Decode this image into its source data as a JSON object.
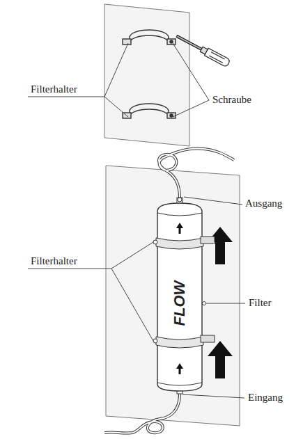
{
  "diagram": {
    "nodes": [
      {
        "text": [
          "FLOW"
        ]
      }
    ],
    "labels": [
      "Filterhalter",
      "Schraube",
      "Filterhalter",
      "Ausgang",
      "Filter",
      "Eingang"
    ]
  }
}
